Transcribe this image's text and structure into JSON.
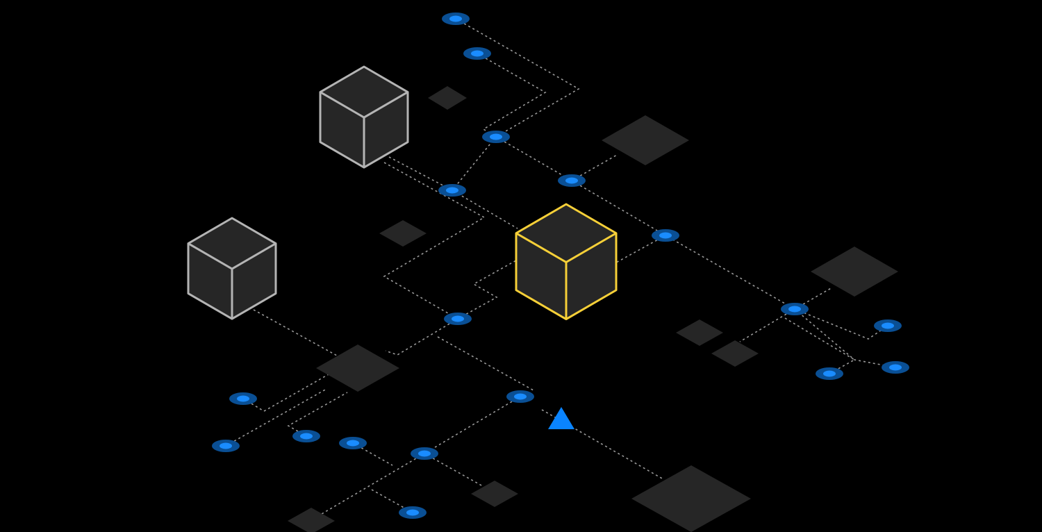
{
  "colors": {
    "background": "#000000",
    "cube_fill": "#262626",
    "cube_stroke_default": "#b4b4b4",
    "cube_stroke_highlight": "#f7d038",
    "tile_fill": "#262626",
    "node_outer": "#0a4f94",
    "node_inner": "#1a8cff",
    "connector": "#9a9a9a",
    "marker": "#0a84ff"
  },
  "diagram": {
    "cubes": [
      {
        "state": "default"
      },
      {
        "state": "default"
      },
      {
        "state": "highlighted"
      }
    ],
    "marker_icon": "triangle-up"
  }
}
